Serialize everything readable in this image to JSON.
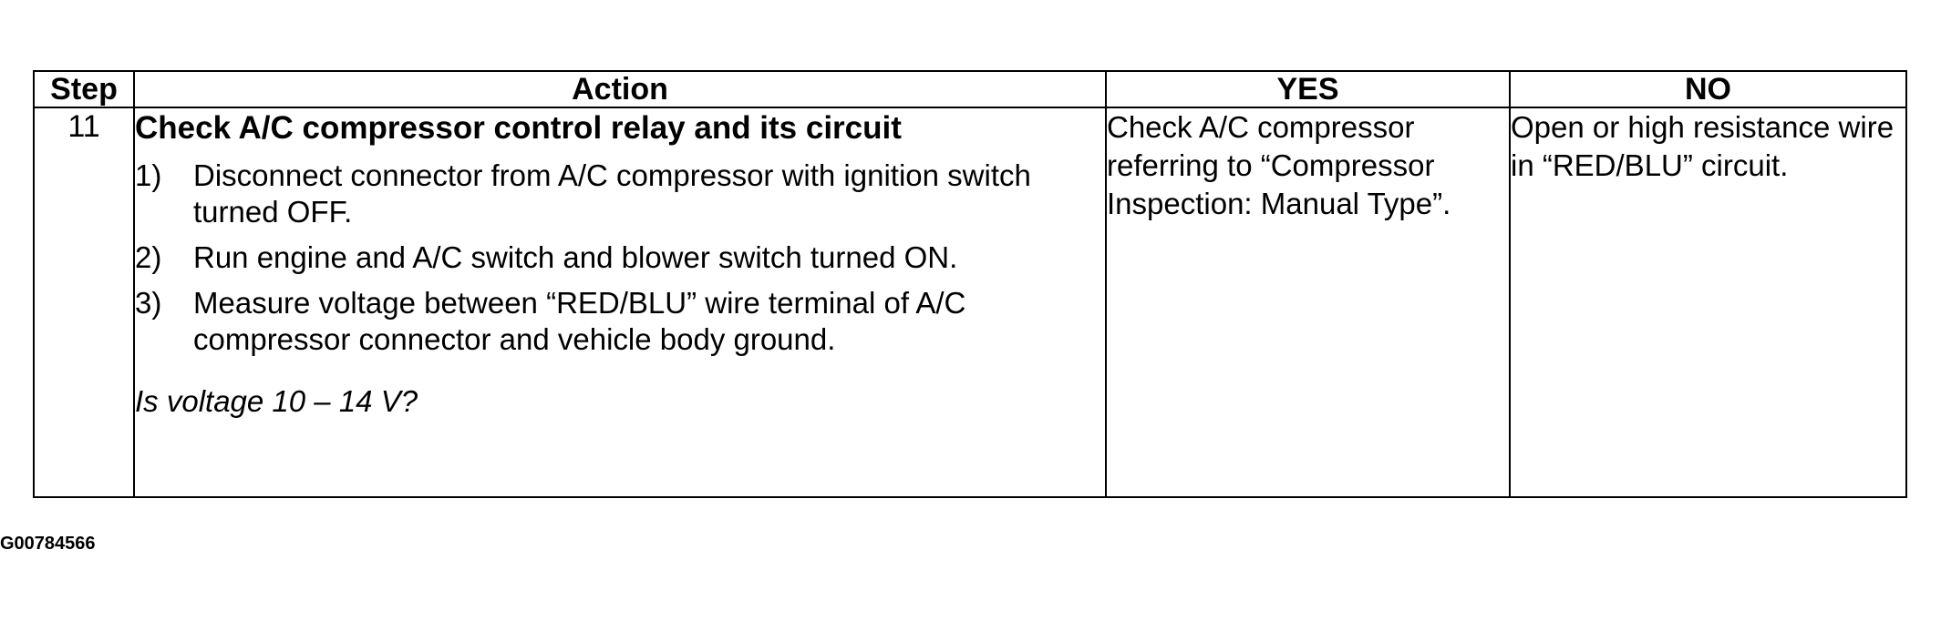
{
  "table": {
    "headers": {
      "step": "Step",
      "action": "Action",
      "yes": "YES",
      "no": "NO"
    },
    "row": {
      "step": "11",
      "action_title": "Check A/C compressor control relay and its circuit",
      "sub_steps": [
        {
          "num": "1)",
          "text": "Disconnect connector from A/C compressor with ignition switch turned OFF."
        },
        {
          "num": "2)",
          "text": "Run engine and A/C switch and blower switch turned ON."
        },
        {
          "num": "3)",
          "text": "Measure voltage between “RED/BLU” wire terminal of A/C compressor connector and vehicle body ground."
        }
      ],
      "question": "Is voltage 10 – 14 V?",
      "yes": "Check A/C compressor referring to “Compressor Inspection: Manual Type”.",
      "no": "Open or high resistance wire in “RED/BLU” circuit."
    }
  },
  "footer": {
    "doc_id": "G00784566"
  }
}
